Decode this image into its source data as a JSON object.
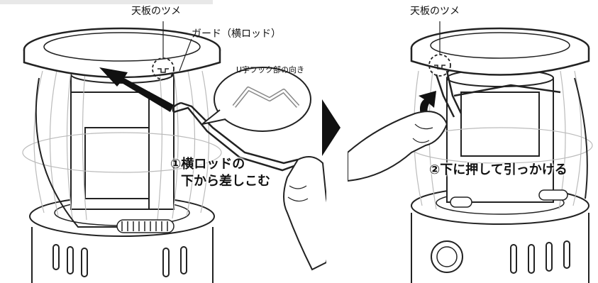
{
  "left": {
    "tab_label": "天板のツメ",
    "guard_label": "ガード（横ロッド）",
    "hook_label": "U字フック部の向き",
    "step_line1": "①横ロッドの",
    "step_line2": "下から差しこむ"
  },
  "right": {
    "tab_label": "天板のツメ",
    "step_label": "②下に押して引っかける"
  },
  "colors": {
    "line": "#222222",
    "accent": "#111111",
    "light": "#bbbbbb"
  },
  "icons": {
    "next": "next-arrow-icon"
  }
}
